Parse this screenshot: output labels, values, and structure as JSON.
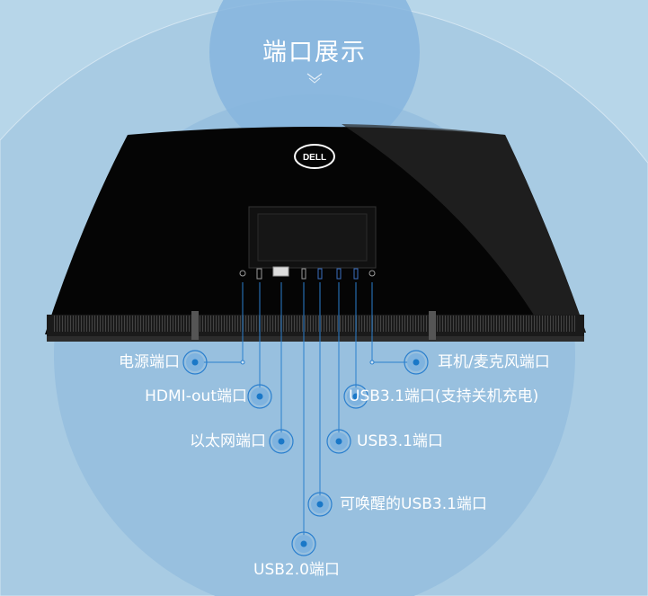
{
  "title": "端口展示",
  "brand": "DELL",
  "ports": [
    {
      "id": "power",
      "label": "电源端口"
    },
    {
      "id": "hdmi",
      "label": "HDMI-out端口"
    },
    {
      "id": "ethernet",
      "label": "以太网端口"
    },
    {
      "id": "usb20",
      "label": "USB2.0端口"
    },
    {
      "id": "usb31-wake",
      "label": "可唤醒的USB3.1端口"
    },
    {
      "id": "usb31",
      "label": "USB3.1端口"
    },
    {
      "id": "usb31-charge",
      "label": "USB3.1端口(支持关机充电)"
    },
    {
      "id": "audio",
      "label": "耳机/麦克风端口"
    }
  ],
  "colors": {
    "background": "#b7d6e9",
    "accent": "#1a78c8",
    "monitor": "#050505"
  }
}
